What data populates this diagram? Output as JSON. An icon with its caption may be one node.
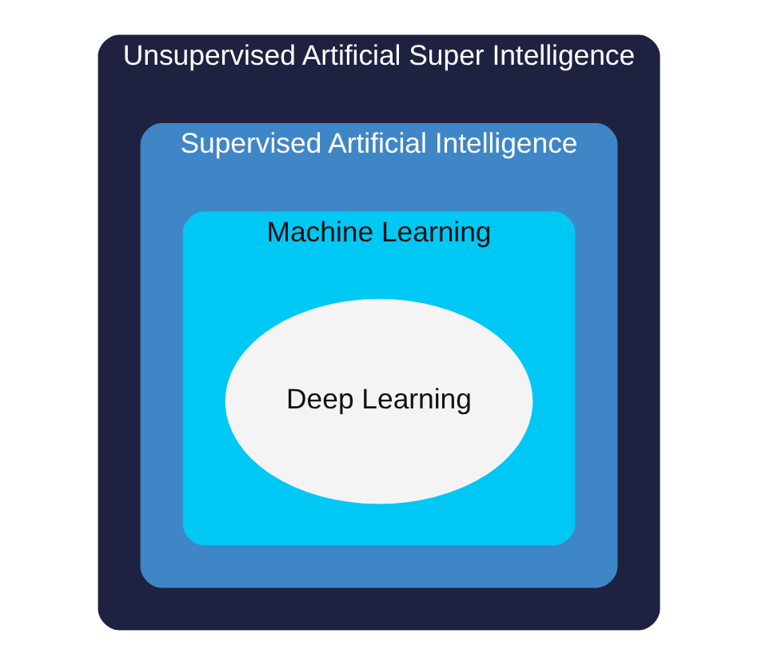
{
  "diagram": {
    "nodes": [
      {
        "text": [
          "Unsupervised Artificial Super Intelligence"
        ]
      },
      {
        "text": [
          "Supervised Artificial Intelligence"
        ],
        "in": 0
      },
      {
        "text": [
          "Machine Learning"
        ],
        "in": 1
      },
      {
        "text": [
          "Deep Learning"
        ],
        "in": 2
      }
    ]
  }
}
